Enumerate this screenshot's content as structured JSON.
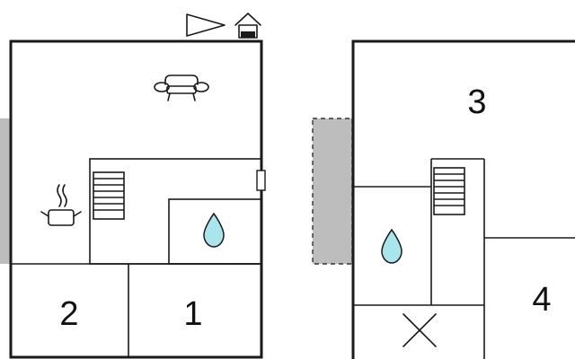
{
  "floorplan": {
    "colors": {
      "wall": "#1a1a1a",
      "terrace": "#bdbdbd",
      "water": "#a8e6ec",
      "background": "#ffffff"
    },
    "left_floor": {
      "rooms": [
        {
          "number": "1"
        },
        {
          "number": "2"
        }
      ],
      "icons": [
        "sofa-icon",
        "cooking-pot-icon",
        "staircase-icon",
        "water-drop-icon",
        "door-icon"
      ]
    },
    "right_floor": {
      "rooms": [
        {
          "number": "3"
        },
        {
          "number": "4"
        }
      ],
      "icons": [
        "staircase-icon",
        "water-drop-icon",
        "cross-mark-icon"
      ]
    },
    "header_icons": [
      "compass-arrow-icon",
      "house-icon"
    ]
  }
}
